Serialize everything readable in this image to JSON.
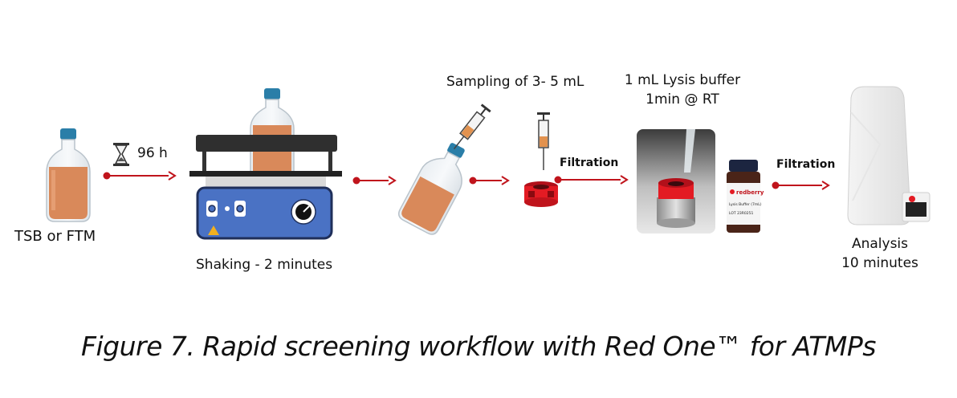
{
  "diagram": {
    "caption": "Figure 7. Rapid screening workflow with Red One™ for ATMPs",
    "steps": {
      "media_label": "TSB or FTM",
      "incubation_label": "96 h",
      "shaking_label": "Shaking - 2 minutes",
      "sampling_label": "Sampling of 3- 5 mL",
      "filtration_label_1": "Filtration",
      "lysis_line_1": "1 mL Lysis buffer",
      "lysis_line_2": "1min @ RT",
      "filtration_label_2": "Filtration",
      "analysis_line_1": "Analysis",
      "analysis_line_2": "10 minutes"
    },
    "reagent_vial": {
      "brand": "redberry",
      "product": "Lysis Buffer (7mL)",
      "lot": "LOT 23R0251"
    },
    "icons": [
      "bottle-icon",
      "hourglass-icon",
      "shaker-icon",
      "syringe-icon",
      "filter-cup-icon",
      "lysis-photo",
      "reagent-vial-icon",
      "analyzer-icon",
      "arrow-icon"
    ],
    "colors": {
      "arrow": "#c0141c",
      "medium": "#d9895a",
      "cap": "#2a7ea8",
      "shaker_body": "#4a72c4",
      "filter_red": "#e31b23"
    }
  }
}
